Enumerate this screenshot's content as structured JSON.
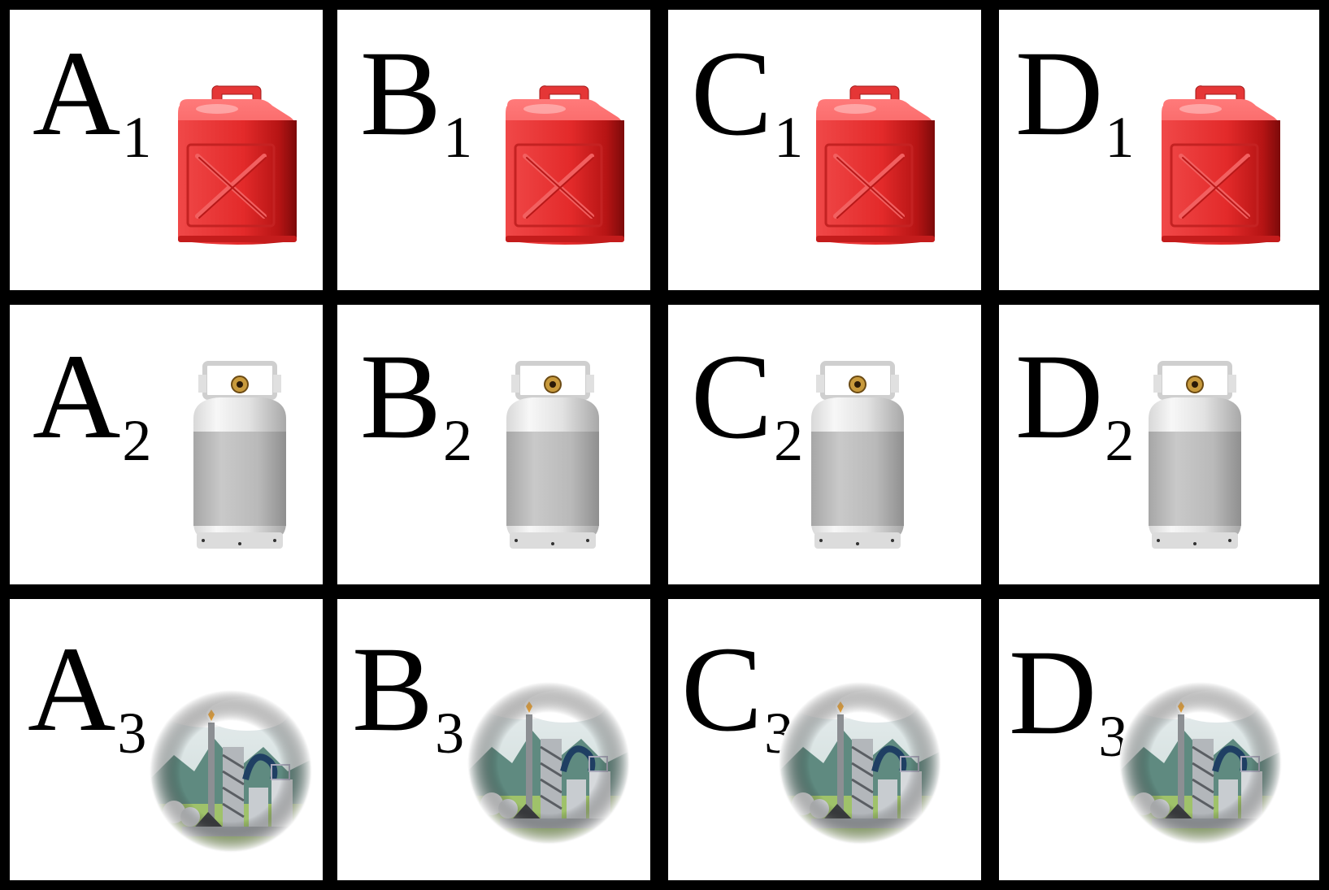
{
  "columns": [
    "A",
    "B",
    "C",
    "D"
  ],
  "rows": [
    {
      "subscript": "1",
      "icon": "red-gas-can-icon"
    },
    {
      "subscript": "2",
      "icon": "propane-tank-icon"
    },
    {
      "subscript": "3",
      "icon": "refinery-plant-icon"
    }
  ],
  "cells": [
    {
      "letter": "A",
      "sub": "1",
      "icon": "red-gas-can-icon"
    },
    {
      "letter": "B",
      "sub": "1",
      "icon": "red-gas-can-icon"
    },
    {
      "letter": "C",
      "sub": "1",
      "icon": "red-gas-can-icon"
    },
    {
      "letter": "D",
      "sub": "1",
      "icon": "red-gas-can-icon"
    },
    {
      "letter": "A",
      "sub": "2",
      "icon": "propane-tank-icon"
    },
    {
      "letter": "B",
      "sub": "2",
      "icon": "propane-tank-icon"
    },
    {
      "letter": "C",
      "sub": "2",
      "icon": "propane-tank-icon"
    },
    {
      "letter": "D",
      "sub": "2",
      "icon": "propane-tank-icon"
    },
    {
      "letter": "A",
      "sub": "3",
      "icon": "refinery-plant-icon"
    },
    {
      "letter": "B",
      "sub": "3",
      "icon": "refinery-plant-icon"
    },
    {
      "letter": "C",
      "sub": "3",
      "icon": "refinery-plant-icon"
    },
    {
      "letter": "D",
      "sub": "3",
      "icon": "refinery-plant-icon"
    }
  ],
  "colors": {
    "border": "#000000",
    "background": "#ffffff",
    "gas_can_red": "#e32a2a",
    "tank_gray": "#b5b5b5",
    "sky_mist": "#dfe9ec"
  }
}
